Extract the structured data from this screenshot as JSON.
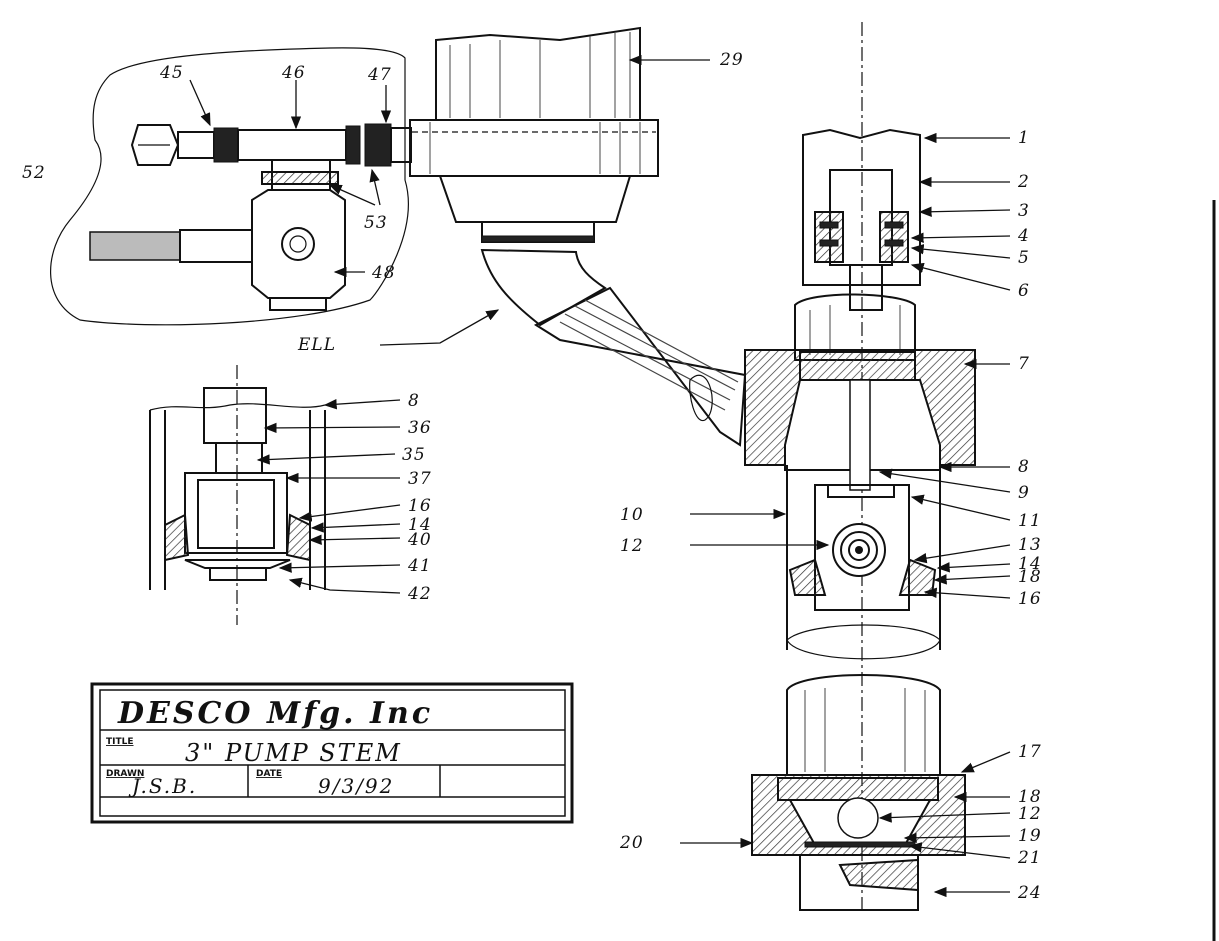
{
  "callouts": {
    "c1": "1",
    "c2": "2",
    "c3": "3",
    "c4": "4",
    "c5": "5",
    "c6": "6",
    "c7": "7",
    "c8a": "8",
    "c8b": "8",
    "c9": "9",
    "c10": "10",
    "c11": "11",
    "c12a": "12",
    "c12b": "12",
    "c13": "13",
    "c14a": "14",
    "c14b": "14",
    "c16a": "16",
    "c16b": "16",
    "c17": "17",
    "c18a": "18",
    "c18b": "18",
    "c19": "19",
    "c20": "20",
    "c21": "21",
    "c24": "24",
    "c29": "29",
    "c35": "35",
    "c36": "36",
    "c37": "37",
    "c40": "40",
    "c41": "41",
    "c42": "42",
    "c45": "45",
    "c46": "46",
    "c47": "47",
    "c48": "48",
    "c52": "52",
    "c53": "53",
    "ell": "ELL"
  },
  "title_block": {
    "company": "DESCO Mfg. Inc",
    "title_label": "TITLE",
    "title": "3\" PUMP STEM",
    "drawn_label": "DRAWN",
    "drawn_by": "J.S.B.",
    "date_label": "DATE",
    "date": "9/3/92"
  }
}
